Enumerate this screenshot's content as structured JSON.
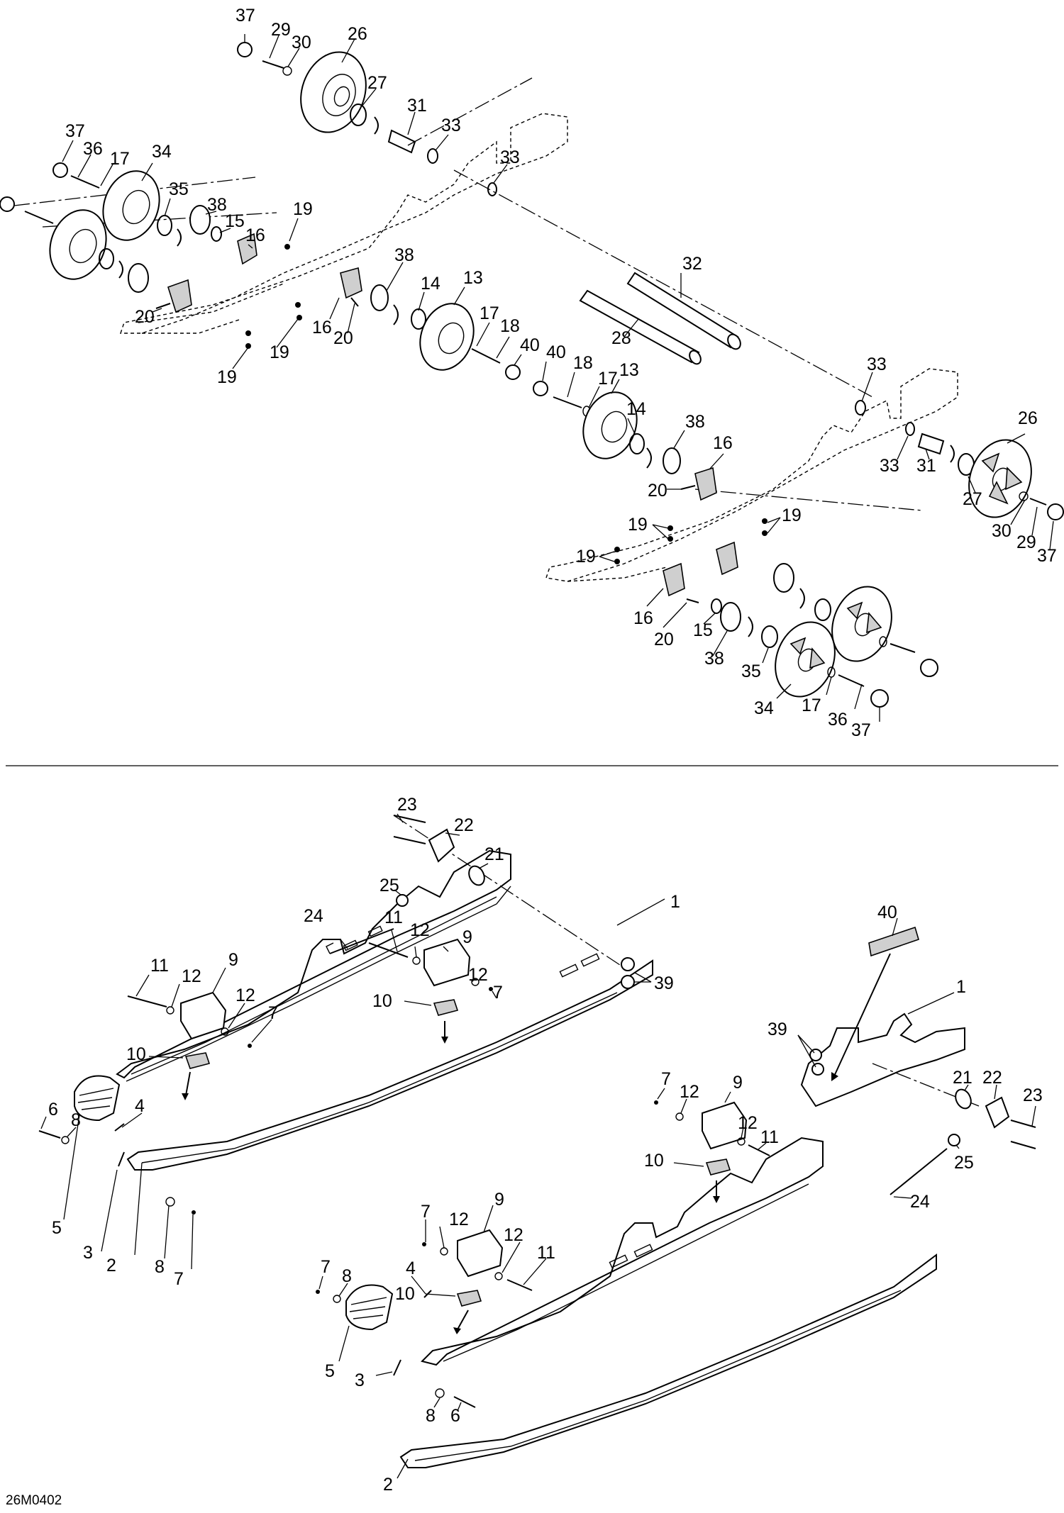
{
  "drawing_code": "26M0402",
  "callouts": [
    {
      "id": "c01",
      "text": "37"
    },
    {
      "id": "c02",
      "text": "29"
    },
    {
      "id": "c03",
      "text": "30"
    },
    {
      "id": "c04",
      "text": "26"
    },
    {
      "id": "c05",
      "text": "27"
    },
    {
      "id": "c06",
      "text": "31"
    },
    {
      "id": "c07",
      "text": "33"
    },
    {
      "id": "c08",
      "text": "33"
    },
    {
      "id": "c09",
      "text": "37"
    },
    {
      "id": "c10",
      "text": "36"
    },
    {
      "id": "c11",
      "text": "17"
    },
    {
      "id": "c12",
      "text": "34"
    },
    {
      "id": "c13",
      "text": "35"
    },
    {
      "id": "c14",
      "text": "38"
    },
    {
      "id": "c15",
      "text": "15"
    },
    {
      "id": "c16",
      "text": "16"
    },
    {
      "id": "c17",
      "text": "19"
    },
    {
      "id": "c18",
      "text": "38"
    },
    {
      "id": "c19",
      "text": "14"
    },
    {
      "id": "c20",
      "text": "13"
    },
    {
      "id": "c21",
      "text": "32"
    },
    {
      "id": "c22",
      "text": "20"
    },
    {
      "id": "c23",
      "text": "16"
    },
    {
      "id": "c24",
      "text": "20"
    },
    {
      "id": "c25",
      "text": "17"
    },
    {
      "id": "c26",
      "text": "18"
    },
    {
      "id": "c27",
      "text": "40"
    },
    {
      "id": "c28",
      "text": "28"
    },
    {
      "id": "c29",
      "text": "19"
    },
    {
      "id": "c30",
      "text": "19"
    },
    {
      "id": "c31",
      "text": "33"
    },
    {
      "id": "c32",
      "text": "40"
    },
    {
      "id": "c33",
      "text": "18"
    },
    {
      "id": "c34",
      "text": "17"
    },
    {
      "id": "c35",
      "text": "13"
    },
    {
      "id": "c36",
      "text": "14"
    },
    {
      "id": "c37",
      "text": "38"
    },
    {
      "id": "c38",
      "text": "16"
    },
    {
      "id": "c39",
      "text": "20"
    },
    {
      "id": "c40",
      "text": "26"
    },
    {
      "id": "c41",
      "text": "33"
    },
    {
      "id": "c42",
      "text": "31"
    },
    {
      "id": "c43",
      "text": "27"
    },
    {
      "id": "c44",
      "text": "19"
    },
    {
      "id": "c45",
      "text": "19"
    },
    {
      "id": "c46",
      "text": "30"
    },
    {
      "id": "c47",
      "text": "29"
    },
    {
      "id": "c48",
      "text": "37"
    },
    {
      "id": "c49",
      "text": "19"
    },
    {
      "id": "c50",
      "text": "16"
    },
    {
      "id": "c51",
      "text": "20"
    },
    {
      "id": "c52",
      "text": "15"
    },
    {
      "id": "c53",
      "text": "38"
    },
    {
      "id": "c54",
      "text": "35"
    },
    {
      "id": "c55",
      "text": "34"
    },
    {
      "id": "c56",
      "text": "17"
    },
    {
      "id": "c57",
      "text": "36"
    },
    {
      "id": "c58",
      "text": "37"
    },
    {
      "id": "c59",
      "text": "23"
    },
    {
      "id": "c60",
      "text": "22"
    },
    {
      "id": "c61",
      "text": "21"
    },
    {
      "id": "c62",
      "text": "25"
    },
    {
      "id": "c63",
      "text": "1"
    },
    {
      "id": "c64",
      "text": "24"
    },
    {
      "id": "c65",
      "text": "11"
    },
    {
      "id": "c66",
      "text": "12"
    },
    {
      "id": "c67",
      "text": "9"
    },
    {
      "id": "c68",
      "text": "39"
    },
    {
      "id": "c69",
      "text": "12"
    },
    {
      "id": "c70",
      "text": "7"
    },
    {
      "id": "c71",
      "text": "10"
    },
    {
      "id": "c72",
      "text": "11"
    },
    {
      "id": "c73",
      "text": "12"
    },
    {
      "id": "c74",
      "text": "9"
    },
    {
      "id": "c75",
      "text": "12"
    },
    {
      "id": "c76",
      "text": "7"
    },
    {
      "id": "c77",
      "text": "40"
    },
    {
      "id": "c78",
      "text": "1"
    },
    {
      "id": "c79",
      "text": "10"
    },
    {
      "id": "c80",
      "text": "6"
    },
    {
      "id": "c81",
      "text": "8"
    },
    {
      "id": "c82",
      "text": "4"
    },
    {
      "id": "c83",
      "text": "7"
    },
    {
      "id": "c84",
      "text": "12"
    },
    {
      "id": "c85",
      "text": "9"
    },
    {
      "id": "c86",
      "text": "39"
    },
    {
      "id": "c87",
      "text": "12"
    },
    {
      "id": "c88",
      "text": "11"
    },
    {
      "id": "c89",
      "text": "10"
    },
    {
      "id": "c90",
      "text": "5"
    },
    {
      "id": "c91",
      "text": "3"
    },
    {
      "id": "c92",
      "text": "8"
    },
    {
      "id": "c93",
      "text": "7"
    },
    {
      "id": "c94",
      "text": "21"
    },
    {
      "id": "c95",
      "text": "22"
    },
    {
      "id": "c96",
      "text": "23"
    },
    {
      "id": "c97",
      "text": "2"
    },
    {
      "id": "c98",
      "text": "7"
    },
    {
      "id": "c99",
      "text": "12"
    },
    {
      "id": "c100",
      "text": "9"
    },
    {
      "id": "c101",
      "text": "12"
    },
    {
      "id": "c102",
      "text": "11"
    },
    {
      "id": "c103",
      "text": "25"
    },
    {
      "id": "c104",
      "text": "7"
    },
    {
      "id": "c105",
      "text": "8"
    },
    {
      "id": "c106",
      "text": "10"
    },
    {
      "id": "c107",
      "text": "4"
    },
    {
      "id": "c108",
      "text": "24"
    },
    {
      "id": "c109",
      "text": "5"
    },
    {
      "id": "c110",
      "text": "3"
    },
    {
      "id": "c111",
      "text": "8"
    },
    {
      "id": "c112",
      "text": "6"
    },
    {
      "id": "c113",
      "text": "2"
    }
  ]
}
